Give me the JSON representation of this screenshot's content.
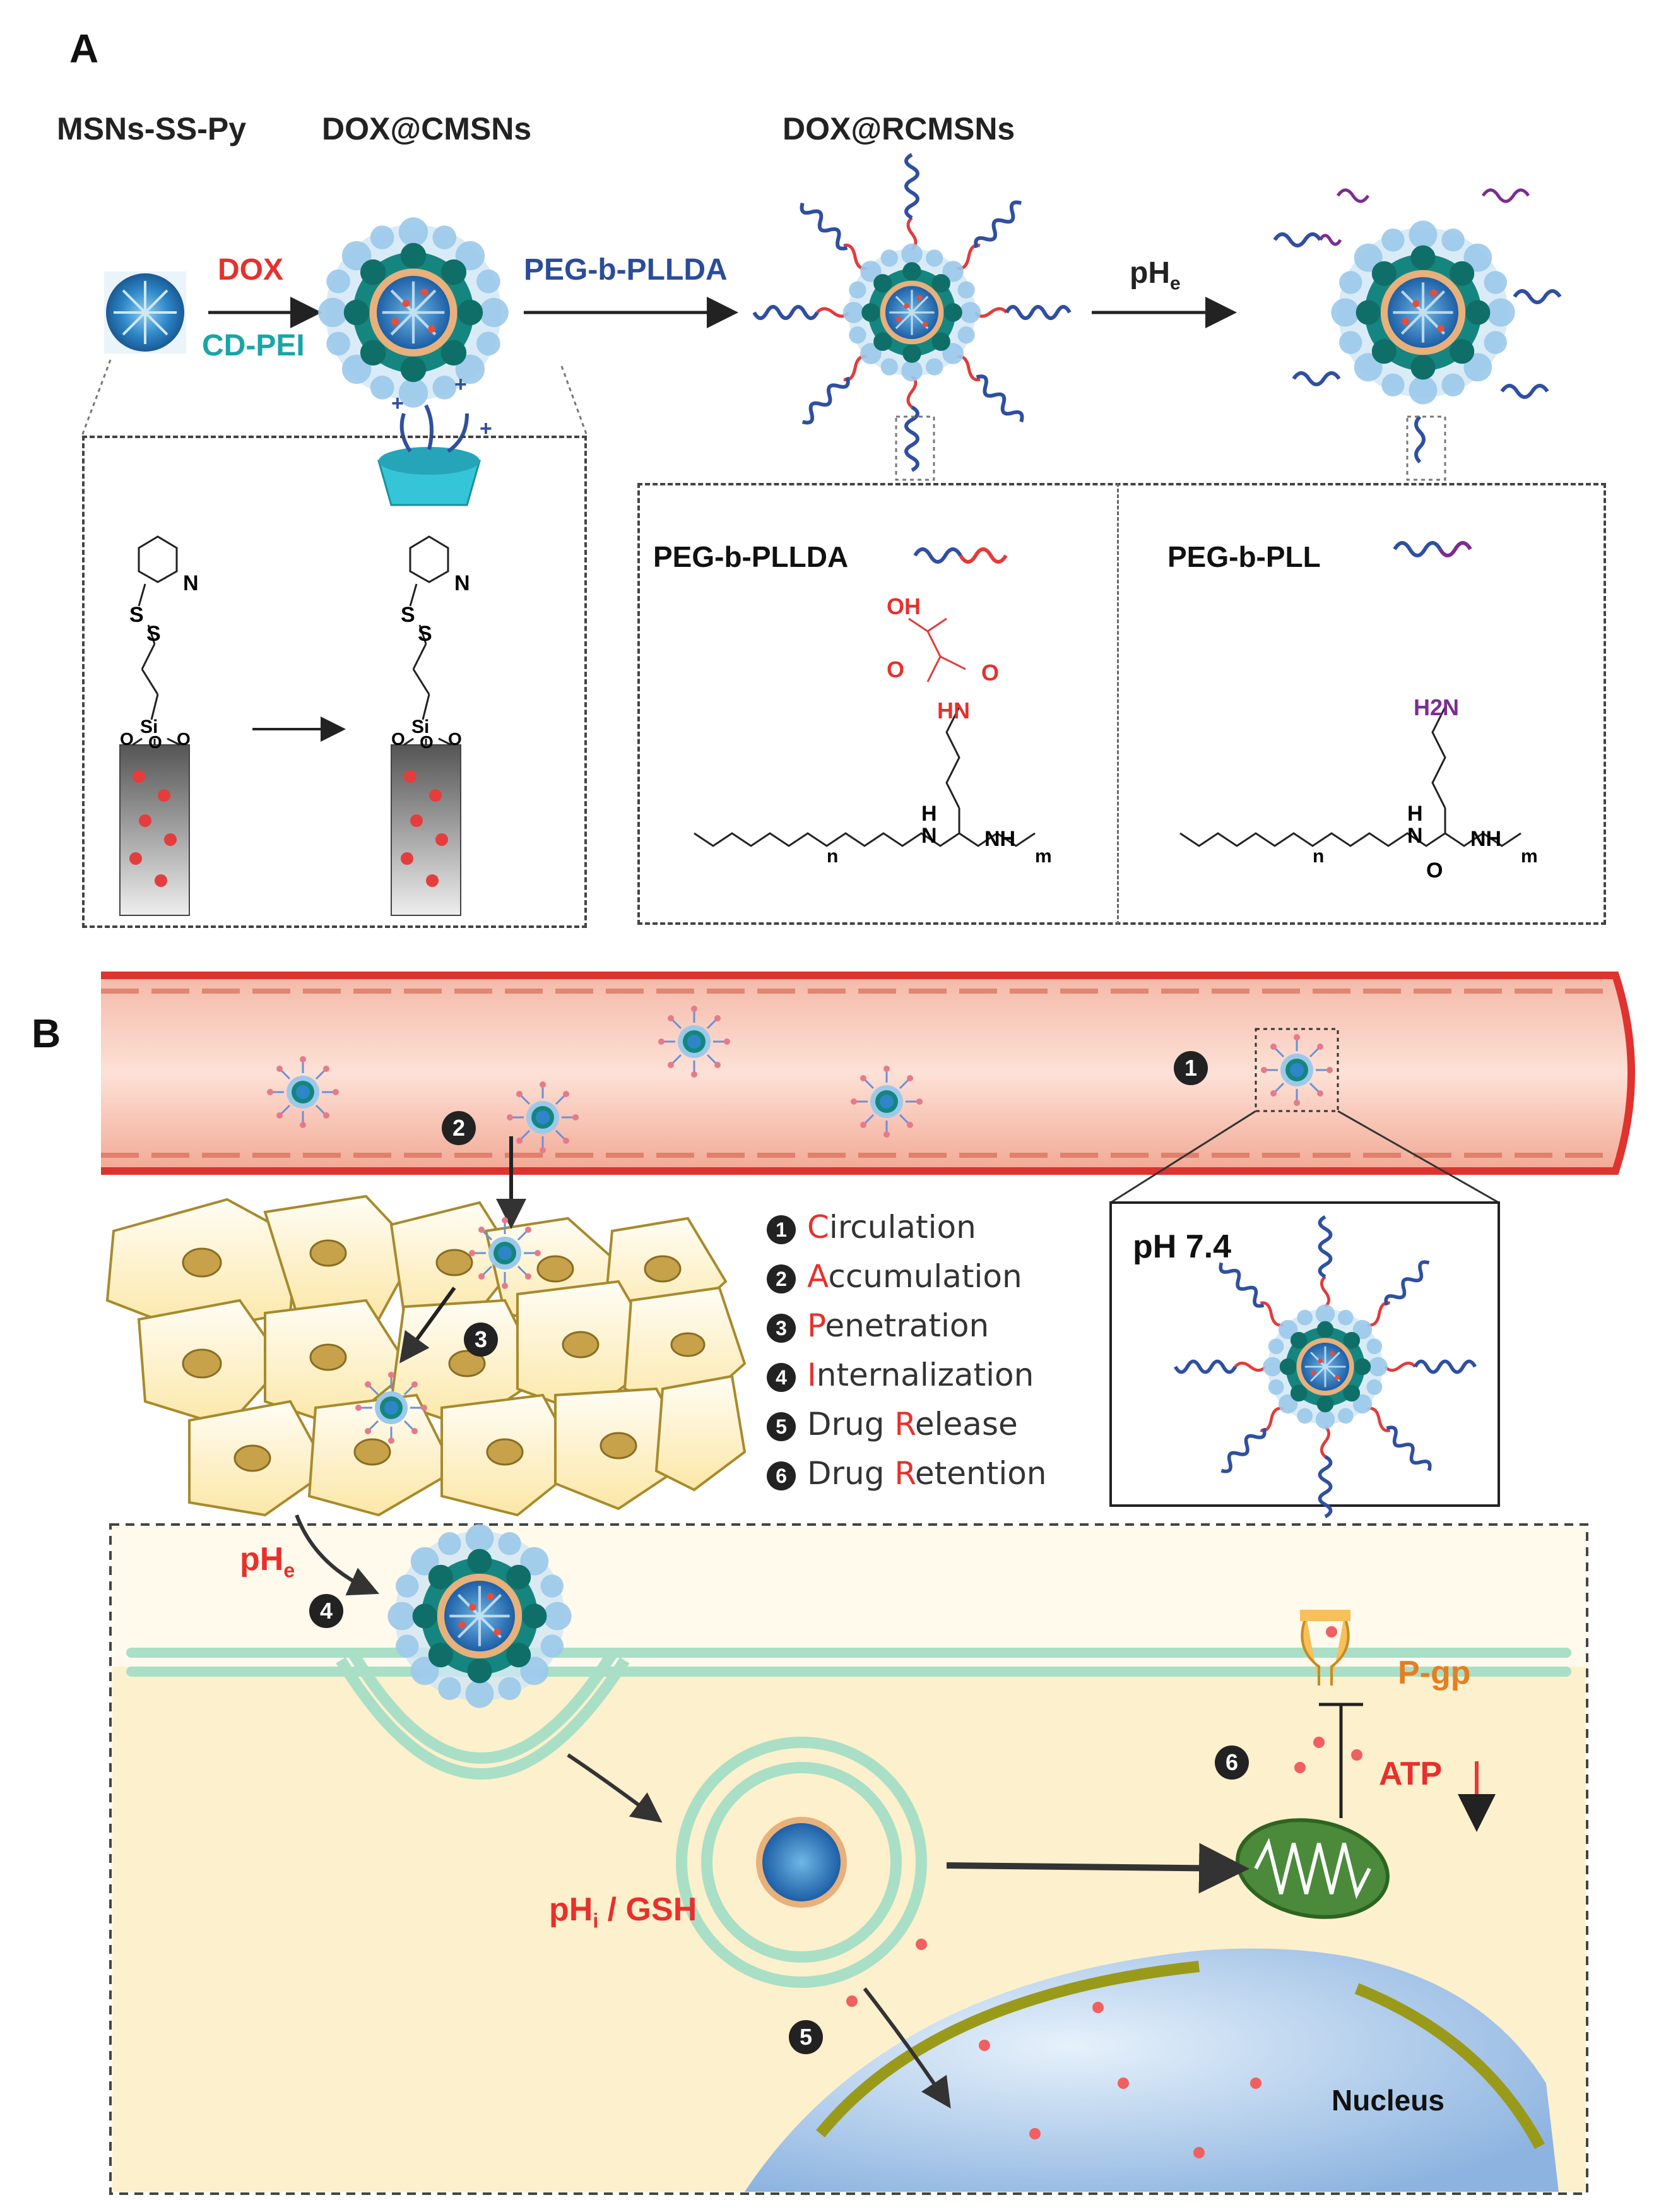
{
  "panel_a": {
    "letter": "A",
    "names": {
      "msn": "MSNs-SS-Py",
      "cmsn": "DOX@CMSNs",
      "rcmsn": "DOX@RCMSNs"
    },
    "arrow1": {
      "top": "DOX",
      "bottom": "CD-PEI"
    },
    "arrow2": {
      "label": "PEG-b-PLLDA"
    },
    "arrow3": {
      "label": "pH",
      "sub": "e"
    },
    "chem_left": {
      "atom_n": "N",
      "atom_s": "S",
      "atom_si": "Si",
      "atom_o": "O"
    },
    "chem_right1": {
      "title": "PEG-b-PLLDA",
      "oh": "OH",
      "o": "O",
      "hn": "HN",
      "h": "H",
      "n": "N",
      "nh": "NH",
      "n_sub": "n",
      "m_sub": "m"
    },
    "chem_right2": {
      "title": "PEG-b-PLL",
      "h2n": "H2N",
      "h": "H",
      "n": "N",
      "nh": "NH",
      "o": "O",
      "n_sub": "n",
      "m_sub": "m"
    }
  },
  "panel_b": {
    "letter": "B",
    "circle_labels": [
      "1",
      "2",
      "3",
      "4",
      "5",
      "6"
    ],
    "steps": [
      {
        "num": "1",
        "first": "C",
        "rest": "irculation"
      },
      {
        "num": "2",
        "first": "A",
        "rest": "ccumulation"
      },
      {
        "num": "3",
        "first": "P",
        "rest": "enetration"
      },
      {
        "num": "4",
        "first": "I",
        "rest": "nternalization"
      },
      {
        "num": "5",
        "prefix": "Drug ",
        "first": "R",
        "rest": "elease"
      },
      {
        "num": "6",
        "prefix": "Drug ",
        "first": "R",
        "rest": "etention"
      }
    ],
    "inset_label": "pH 7.4",
    "phe": {
      "text": "pH",
      "sub": "e"
    },
    "phi": {
      "text": "pH",
      "sub": "i",
      "rest": " / GSH"
    },
    "pgp": "P-gp",
    "atp": "ATP",
    "nucleus": "Nucleus"
  },
  "colors": {
    "red": "#e8302c",
    "teal": "#1aa5a5",
    "blue": "#2b4c9b",
    "purple": "#7b2d8e",
    "orange": "#e67e22"
  }
}
